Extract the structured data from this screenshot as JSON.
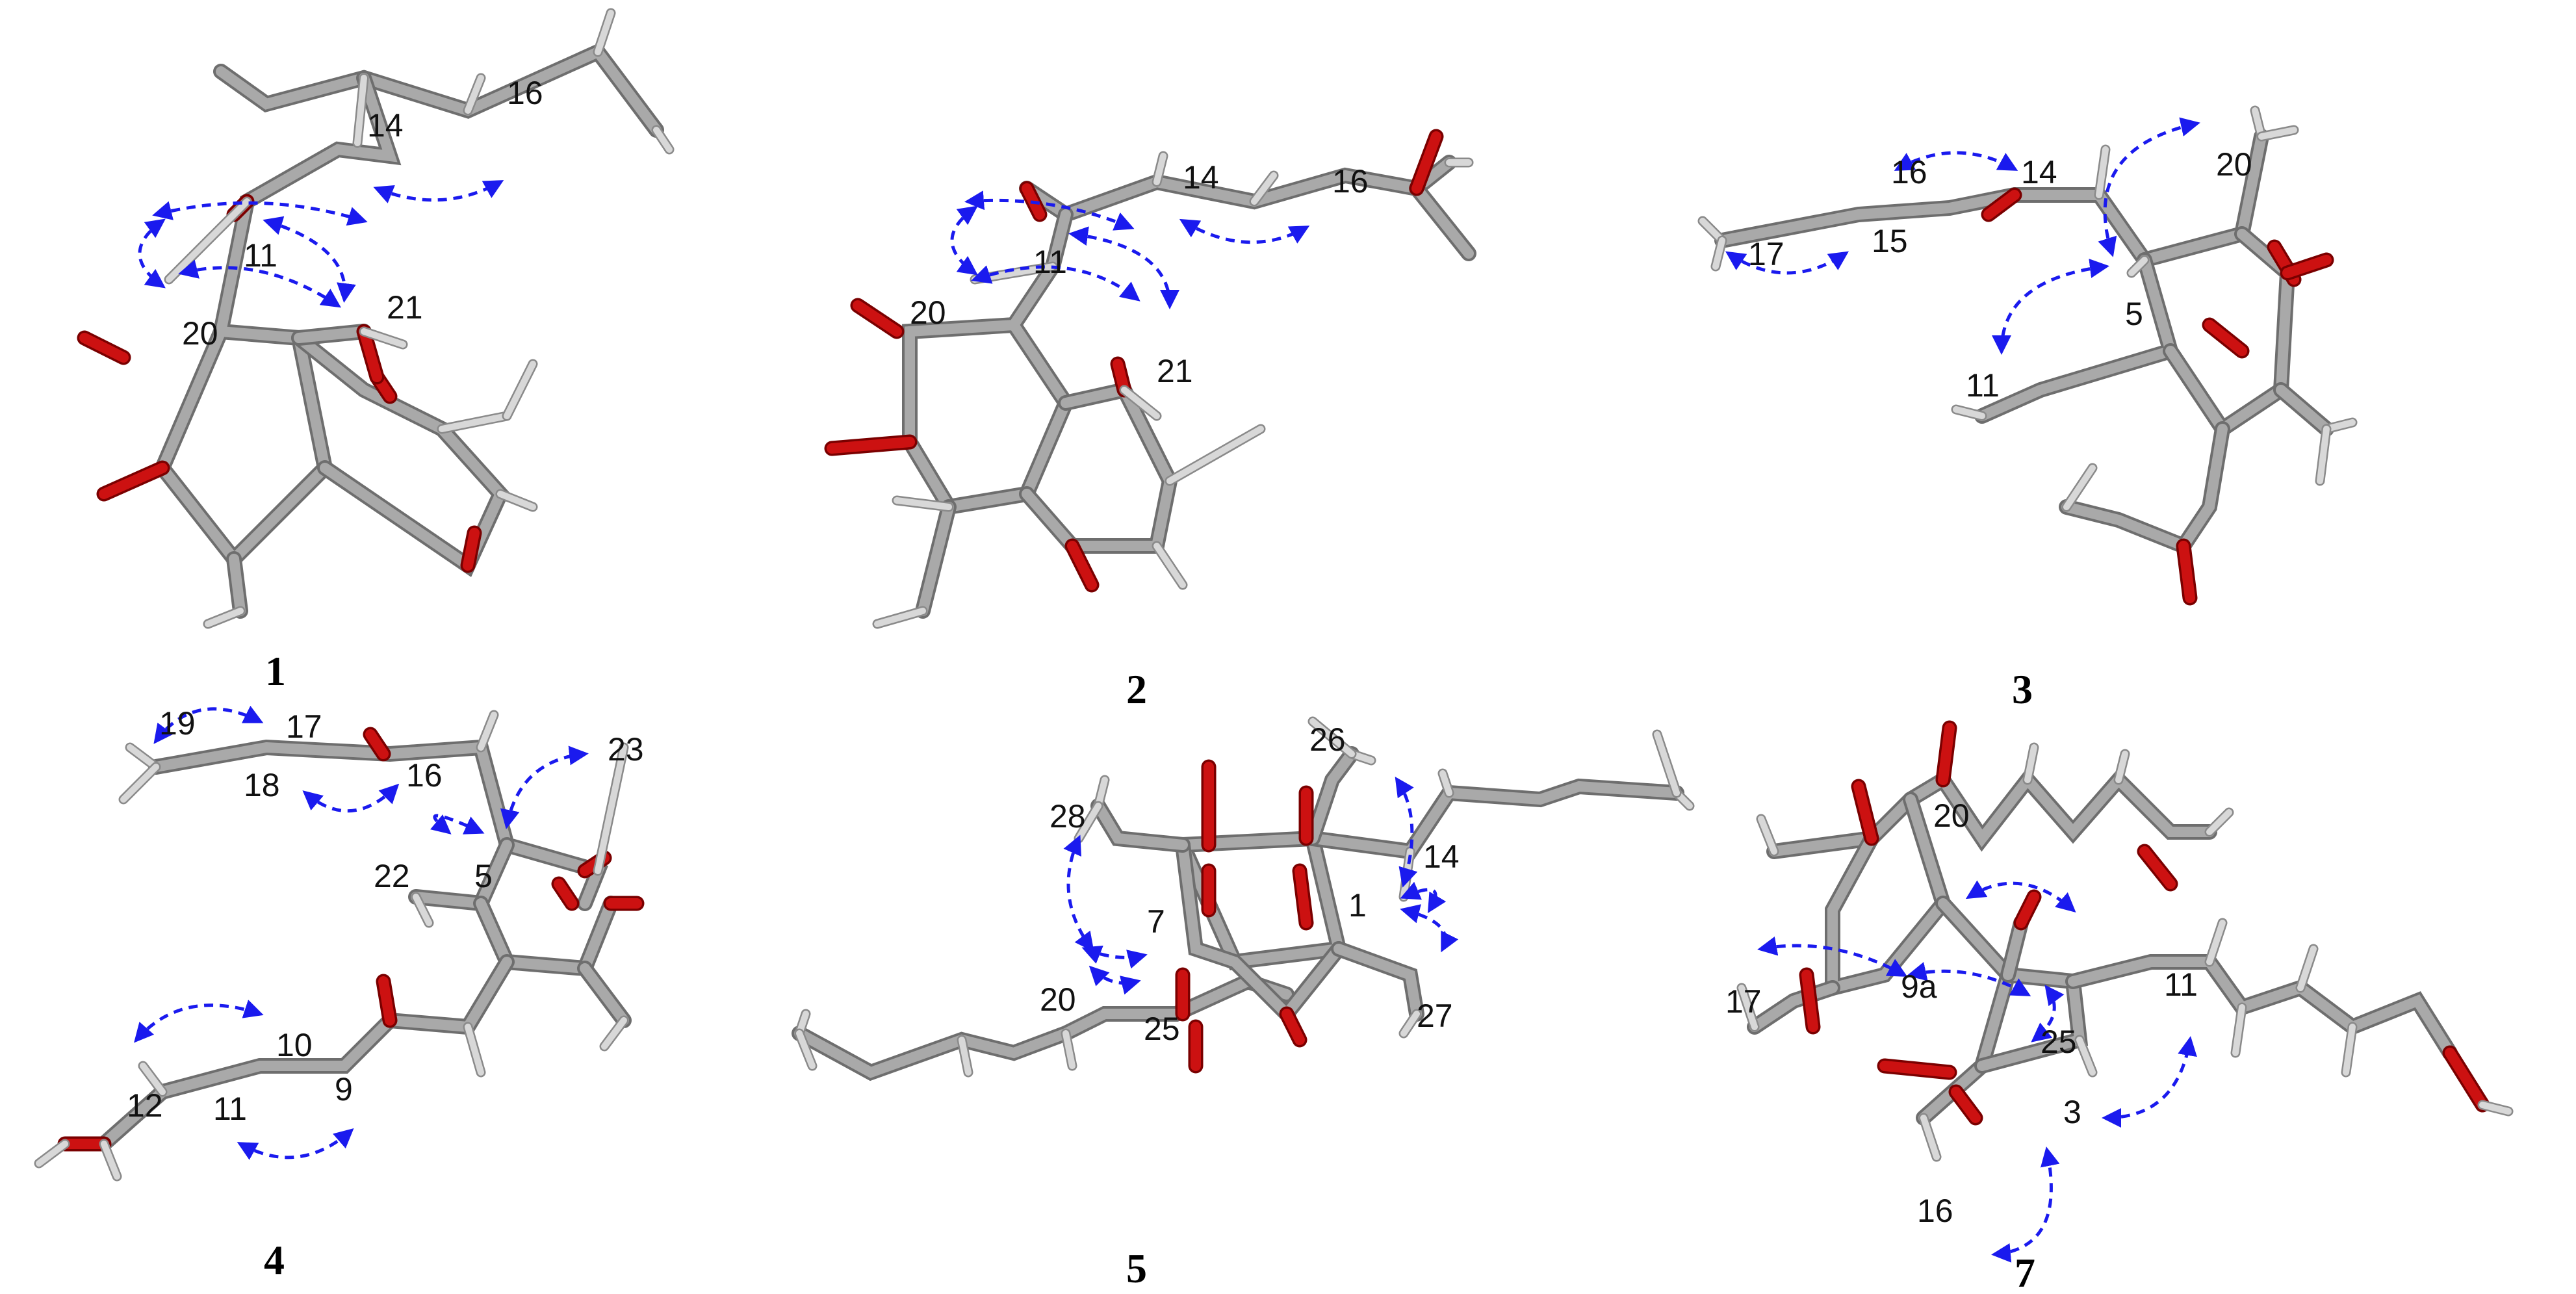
{
  "figure": {
    "compounds": [
      {
        "id": "1",
        "label": "1",
        "atom_labels": [
          "14",
          "16",
          "11",
          "20",
          "21"
        ]
      },
      {
        "id": "2",
        "label": "2",
        "atom_labels": [
          "14",
          "16",
          "11",
          "20",
          "21"
        ]
      },
      {
        "id": "3",
        "label": "3",
        "atom_labels": [
          "16",
          "14",
          "20",
          "17",
          "15",
          "5",
          "11"
        ]
      },
      {
        "id": "4",
        "label": "4",
        "atom_labels": [
          "19",
          "17",
          "18",
          "16",
          "23",
          "22",
          "5",
          "10",
          "9",
          "12",
          "11"
        ]
      },
      {
        "id": "5",
        "label": "5",
        "atom_labels": [
          "26",
          "28",
          "14",
          "7",
          "1",
          "20",
          "25",
          "27"
        ]
      },
      {
        "id": "7",
        "label": "7",
        "atom_labels": [
          "20",
          "17",
          "9a",
          "11",
          "25",
          "3",
          "16"
        ]
      }
    ],
    "colors": {
      "carbon": "#a9a9a9",
      "hydrogen": "#d8d8d8",
      "oxygen": "#cc1111",
      "noe_arrow": "#1a1aee",
      "text": "#111111"
    }
  }
}
